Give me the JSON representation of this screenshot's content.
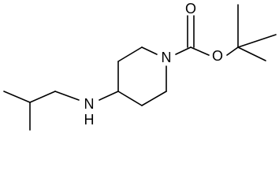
{
  "molecule": {
    "atoms": {
      "ring_nitrogen": "N",
      "amine_nitrogen": "N",
      "amine_hydrogen": "H",
      "carbonyl_oxygen": "O",
      "ester_oxygen": "O"
    },
    "line_color": "#000000",
    "background": "#ffffff"
  }
}
